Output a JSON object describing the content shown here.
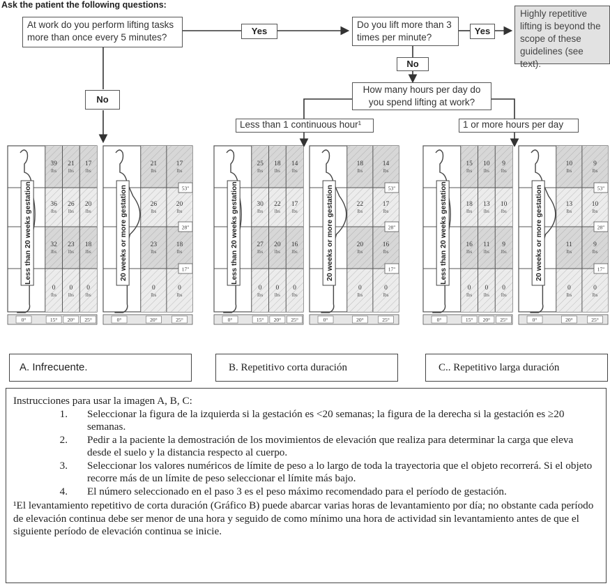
{
  "header": {
    "title": "Ask the patient the following questions:"
  },
  "flowchart": {
    "q1": "At work do you perform lifting tasks more than once every 5 minutes?",
    "q2": "Do you lift more than 3 times per minute?",
    "outcome_repetitive": "Highly repetitive lifting is beyond the scope of these guidelines (see text).",
    "q3": "How many hours per day do you spend lifting at work?",
    "yes_label": "Yes",
    "no_label": "No",
    "opt_short": "Less than 1 continuous hour¹",
    "opt_long": "1 or more hours per day"
  },
  "panels": [
    {
      "left_label": "Less than 20 weeks gestation",
      "right_label": "20 weeks or more gestation",
      "left_values": [
        [
          "39",
          "21",
          "17"
        ],
        [
          "36",
          "26",
          "20"
        ],
        [
          "32",
          "23",
          "18"
        ],
        [
          "0",
          "0",
          "0"
        ]
      ],
      "right_values": [
        [
          "21",
          "17"
        ],
        [
          "26",
          "20"
        ],
        [
          "23",
          "18"
        ],
        [
          "0",
          "0"
        ]
      ]
    },
    {
      "left_label": "Less than 20 weeks gestation",
      "right_label": "20 weeks or more gestation",
      "left_values": [
        [
          "25",
          "18",
          "14"
        ],
        [
          "30",
          "22",
          "17"
        ],
        [
          "27",
          "20",
          "16"
        ],
        [
          "0",
          "0",
          "0"
        ]
      ],
      "right_values": [
        [
          "18",
          "14"
        ],
        [
          "22",
          "17"
        ],
        [
          "20",
          "16"
        ],
        [
          "0",
          "0"
        ]
      ]
    },
    {
      "left_label": "Less than 20 weeks gestation",
      "right_label": "20 weeks or more gestation",
      "left_values": [
        [
          "15",
          "10",
          "9"
        ],
        [
          "18",
          "13",
          "10"
        ],
        [
          "16",
          "11",
          "9"
        ],
        [
          "0",
          "0",
          "0"
        ]
      ],
      "right_values": [
        [
          "10",
          "9"
        ],
        [
          "13",
          "10"
        ],
        [
          "11",
          "9"
        ],
        [
          "0",
          "0"
        ]
      ]
    }
  ],
  "unit": "lbs",
  "heights": [
    "53\"",
    "28\"",
    "17\""
  ],
  "angles": {
    "left": [
      "0°",
      "15°",
      "20°",
      "25°"
    ],
    "right": [
      "0°",
      "20°",
      "25°"
    ]
  },
  "captions": [
    "A. Infrecuente.",
    "B. Repetitivo corta duración",
    "C.. Repetitivo larga  duración"
  ],
  "instructions": {
    "title": "Instrucciones para usar la imagen A, B, C:",
    "steps": [
      {
        "n": "1.",
        "text": "Seleccionar la figura de la izquierda si la gestación es <20 semanas; la figura de la derecha si la gestación es ≥20 semanas."
      },
      {
        "n": "2.",
        "text": "Pedir a la paciente la demostración de los movimientos de elevación que realiza para determinar la carga que eleva desde el suelo y la distancia respecto al cuerpo."
      },
      {
        "n": "3.",
        "text": "Seleccionar los valores numéricos de límite de peso a lo largo de toda la trayectoria que  el objeto recorrerá. Si el objeto recorre más de un límite de peso seleccionar el límite más bajo."
      },
      {
        "n": "4.",
        "text": "El número seleccionado en el paso 3 es el peso máximo recomendado para el período de gestación."
      }
    ],
    "footnote": "¹El levantamiento repetitivo de corta duración (Gráfico B) puede abarcar varias horas de levantamiento por día; no obstante cada período de elevación continua debe ser menor de una hora y seguido de como mínimo una hora de actividad sin levantamiento antes de que el siguiente período de elevación continua se inicie."
  }
}
